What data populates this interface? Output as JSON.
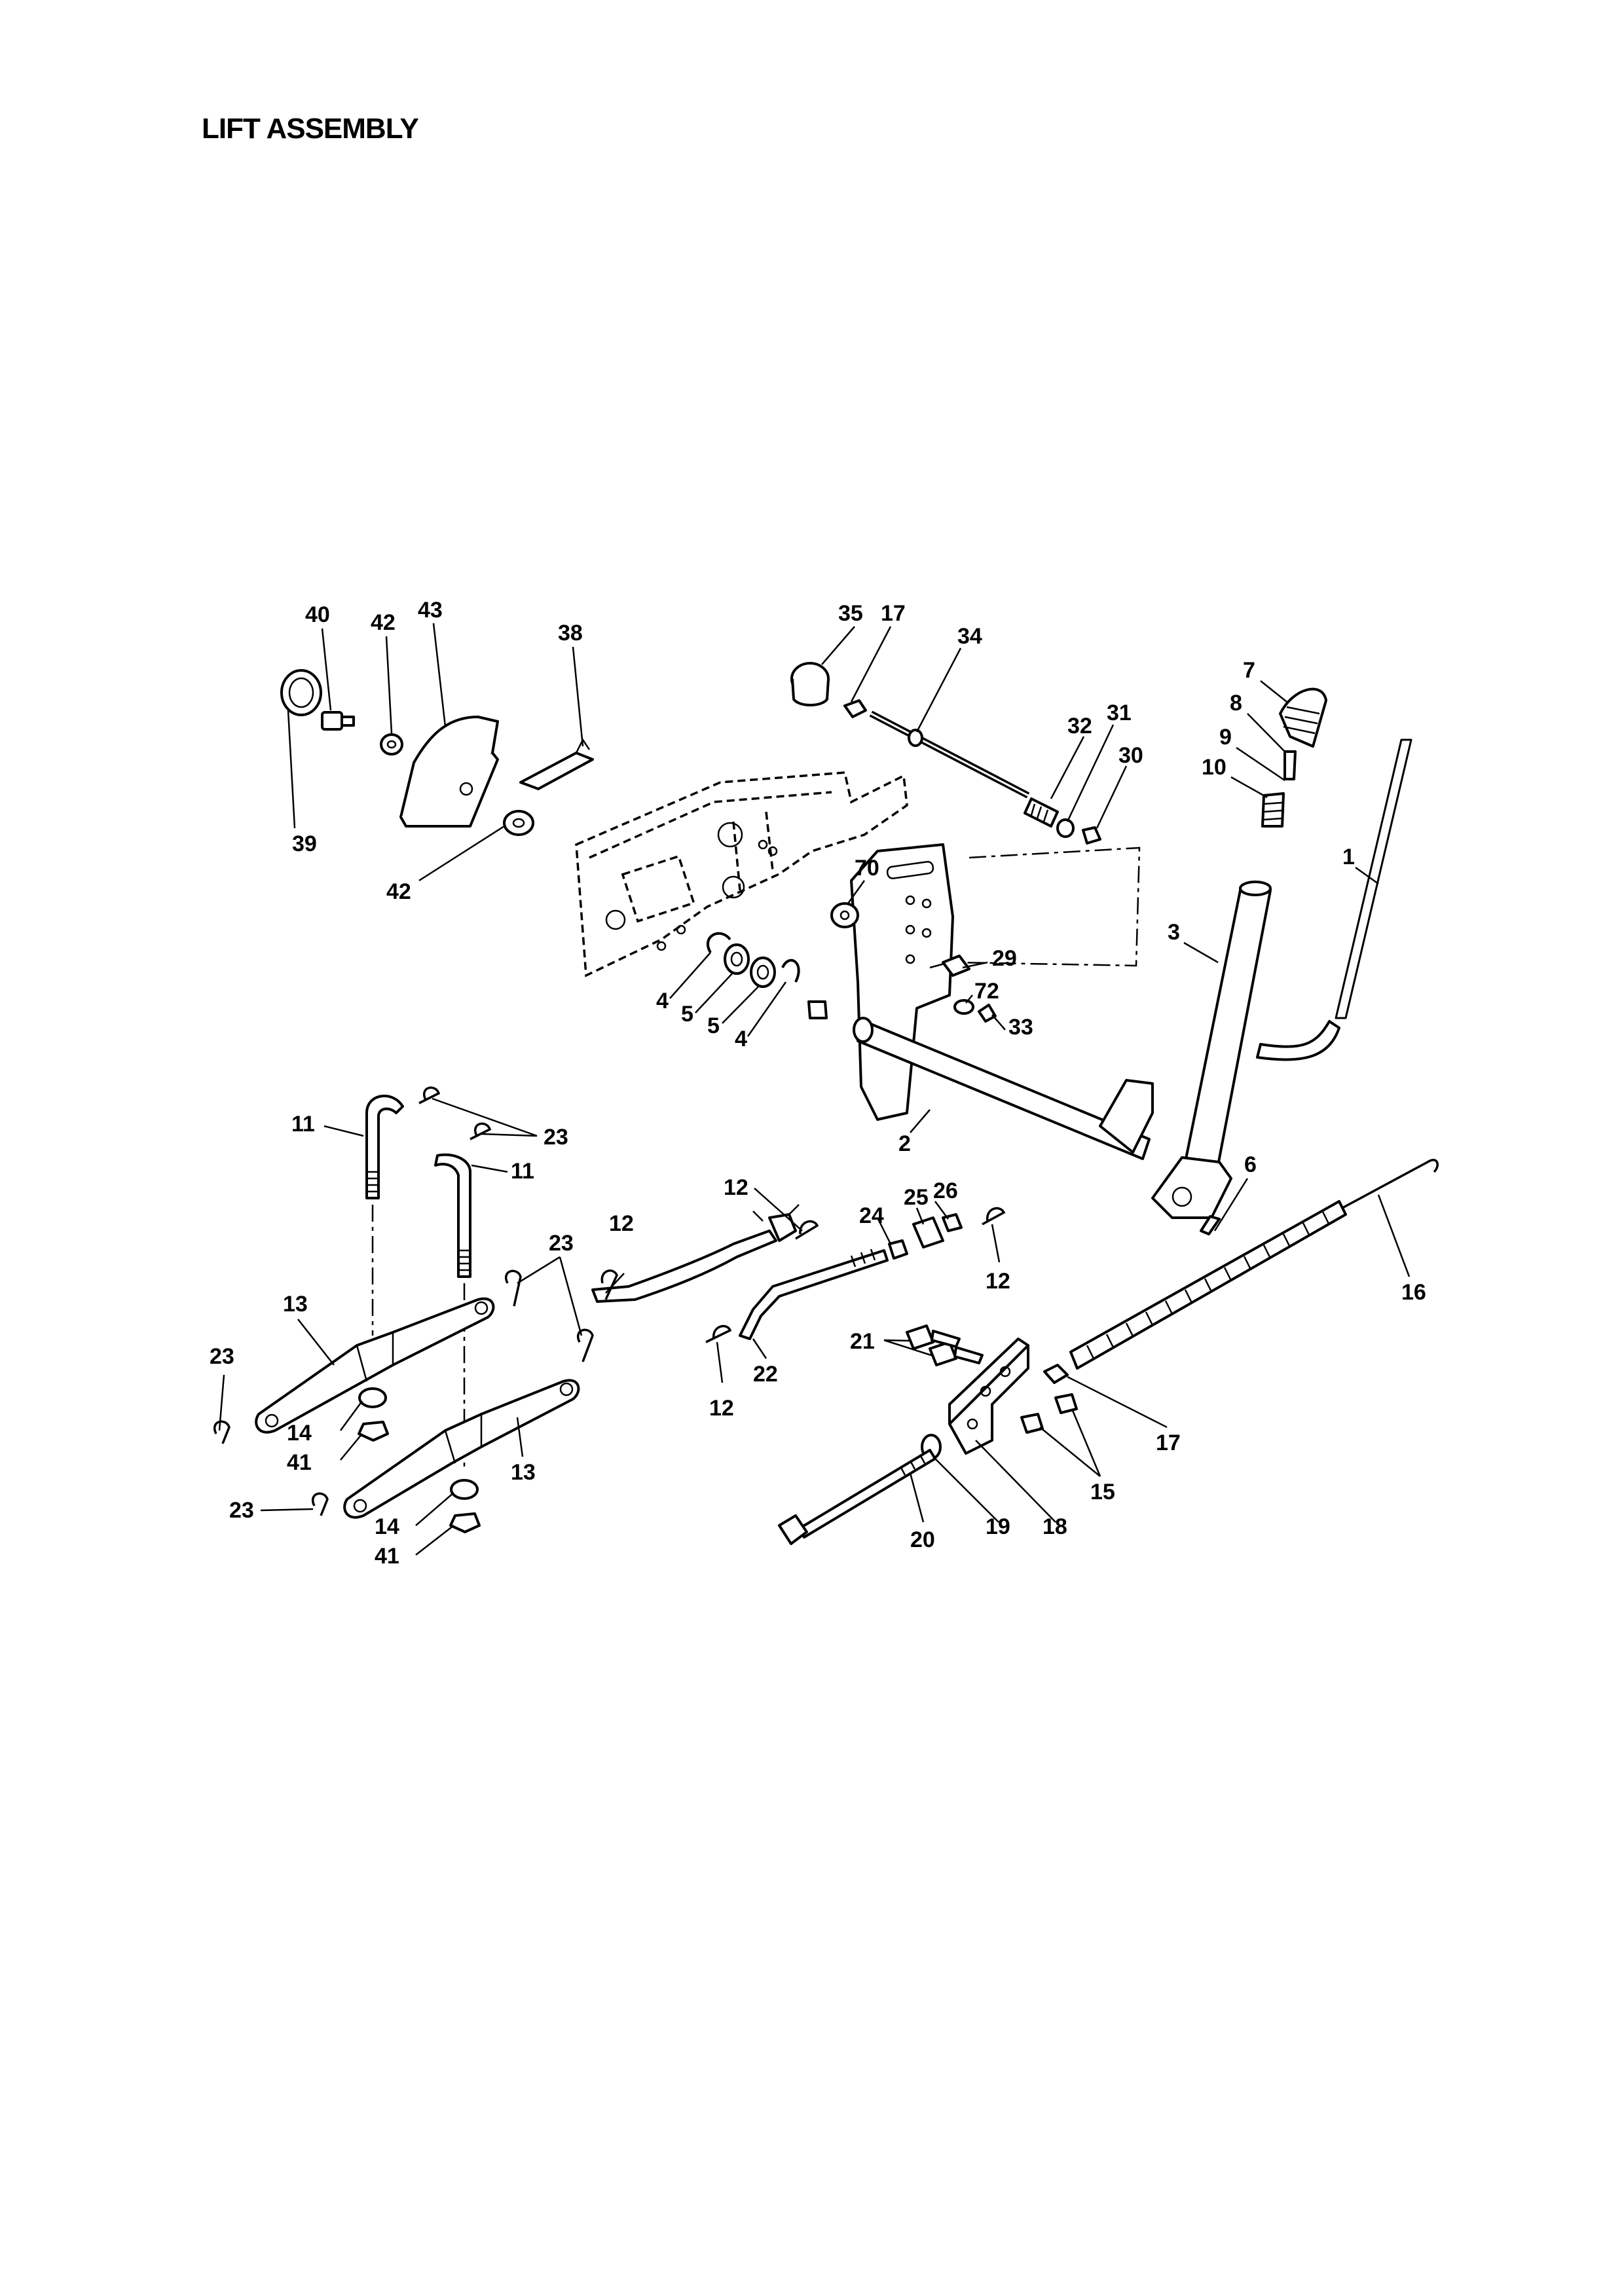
{
  "title": "LIFT ASSEMBLY",
  "labels": [
    "40",
    "42",
    "43",
    "38",
    "39",
    "42",
    "35",
    "17",
    "34",
    "32",
    "31",
    "30",
    "7",
    "8",
    "9",
    "10",
    "1",
    "3",
    "70",
    "29",
    "72",
    "33",
    "4",
    "5",
    "5",
    "4",
    "2",
    "6",
    "11",
    "23",
    "11",
    "12",
    "25",
    "26",
    "24",
    "12",
    "12",
    "23",
    "13",
    "23",
    "14",
    "41",
    "13",
    "23",
    "14",
    "41",
    "22",
    "12",
    "21",
    "16",
    "17",
    "15",
    "20",
    "19",
    "18"
  ]
}
